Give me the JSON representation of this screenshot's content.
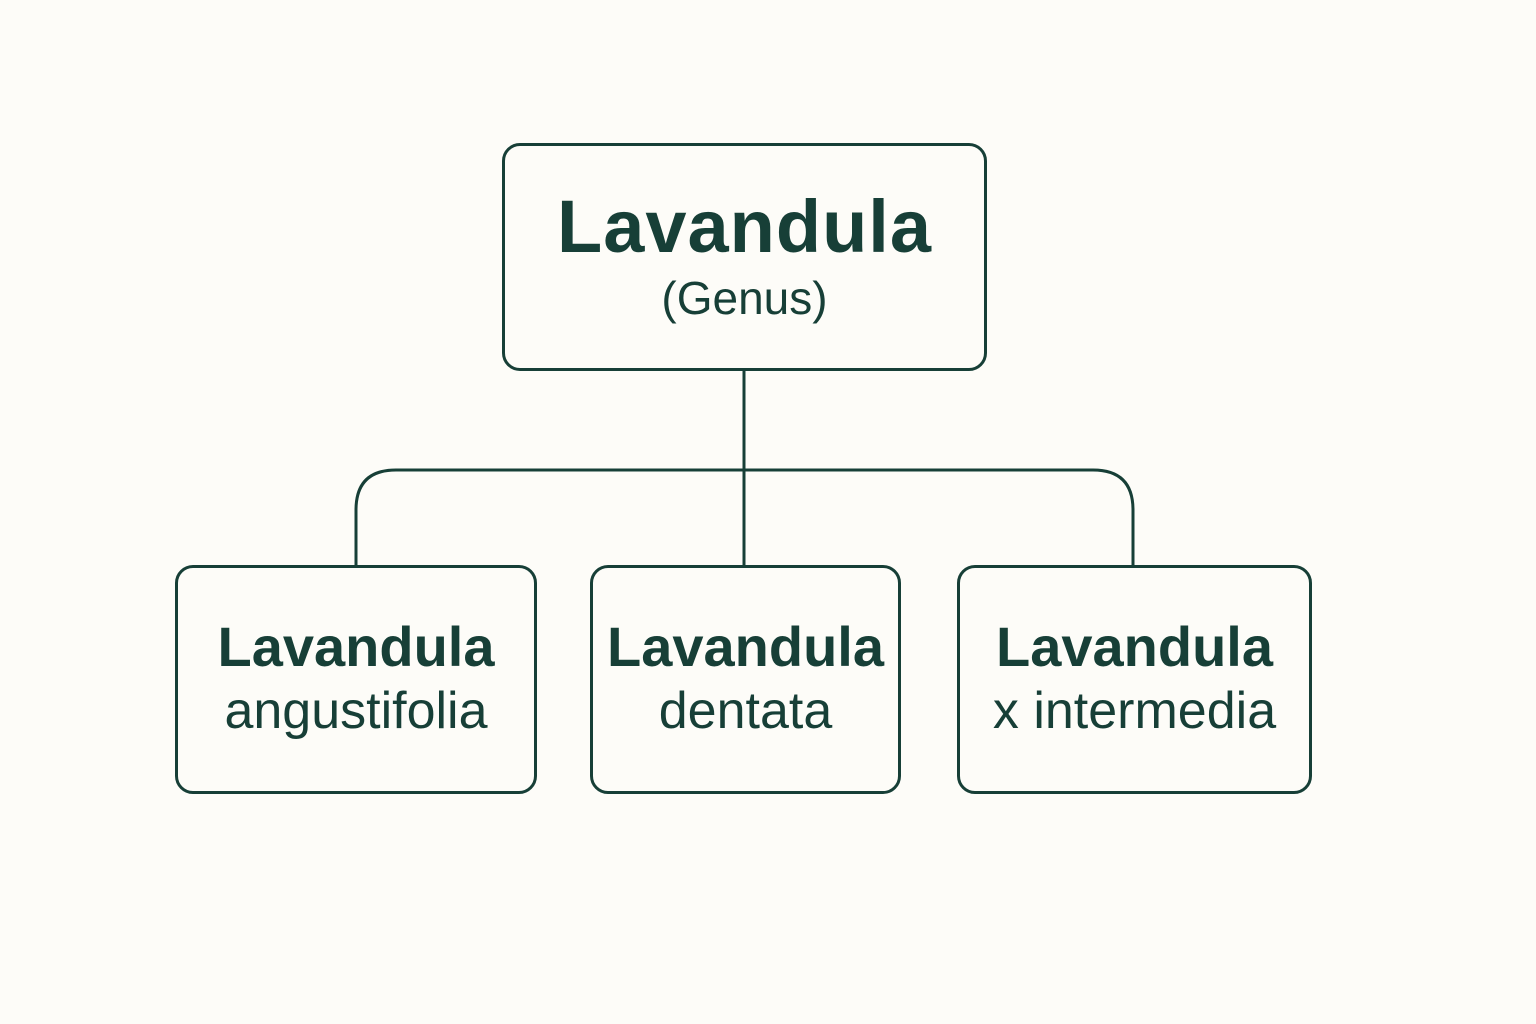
{
  "colors": {
    "background": "#fdfcf8",
    "stroke": "#173f37",
    "text": "#173f37"
  },
  "root": {
    "name": "Lavandula",
    "rank": "(Genus)"
  },
  "children": [
    {
      "genus": "Lavandula",
      "species": "angustifolia"
    },
    {
      "genus": "Lavandula",
      "species": "dentata"
    },
    {
      "genus": "Lavandula",
      "species": "x intermedia"
    }
  ]
}
